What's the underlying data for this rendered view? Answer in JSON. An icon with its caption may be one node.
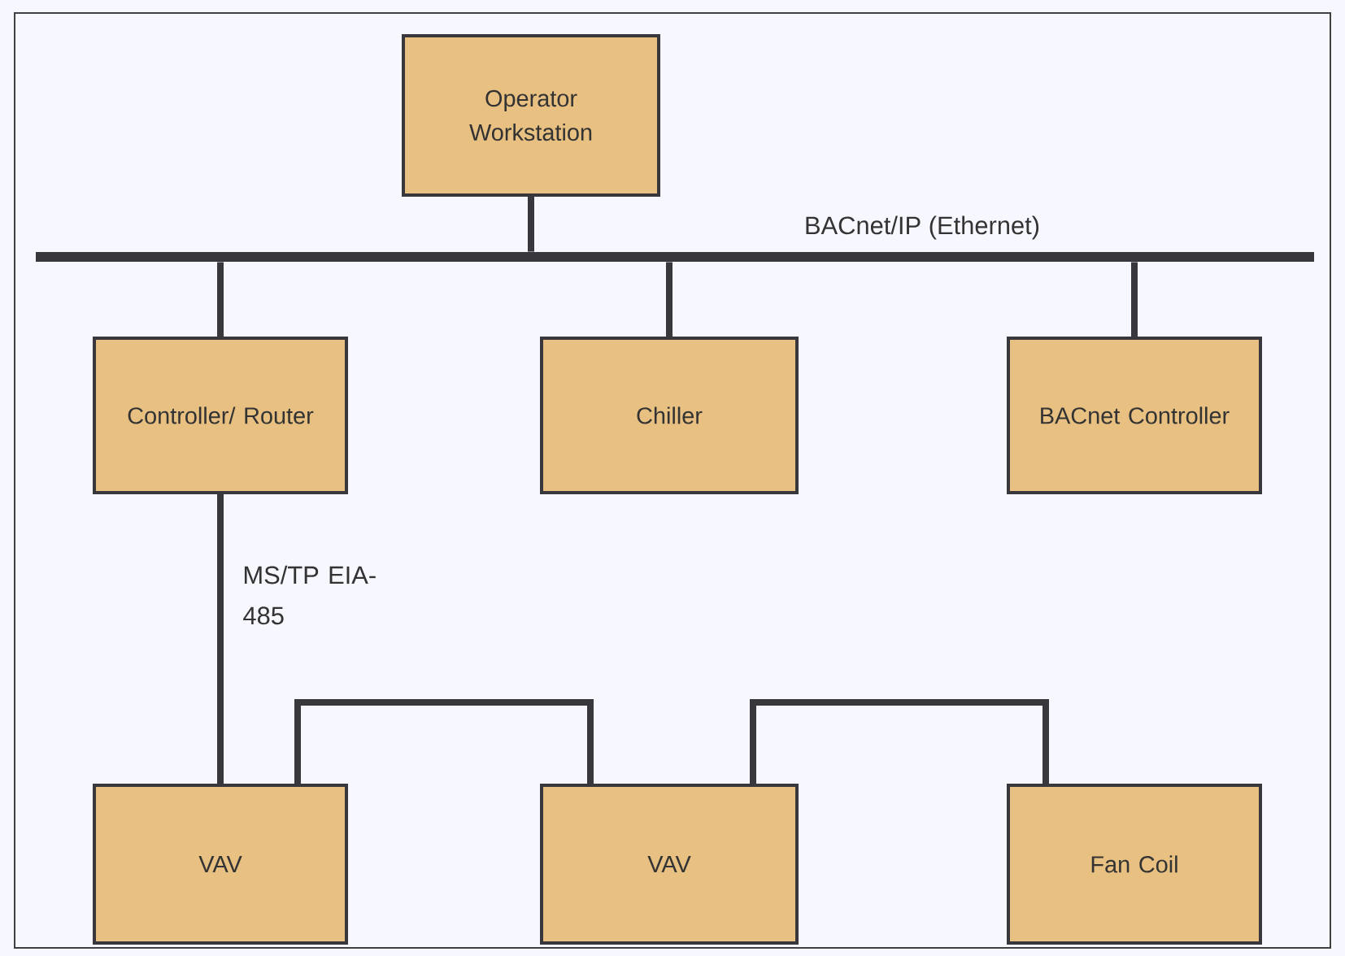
{
  "diagram": {
    "nodes": [
      {
        "text": [
          "Operator Workstation"
        ]
      },
      {
        "text": [],
        "shape": "bar",
        "beside": [
          "BACnet/IP (Ethernet)"
        ]
      },
      {
        "text": [
          "Controller/ Router"
        ]
      },
      {
        "text": [
          "Chiller"
        ]
      },
      {
        "text": [
          "BACnet Controller"
        ]
      },
      {
        "text": [
          "VAV"
        ]
      },
      {
        "text": [
          "VAV"
        ]
      },
      {
        "text": [
          "Fan Coil"
        ]
      }
    ],
    "edges": [
      {
        "from": 0,
        "to": 1,
        "arrow": "none"
      },
      {
        "from": 1,
        "to": 2,
        "arrow": "none"
      },
      {
        "from": 1,
        "to": 3,
        "arrow": "none"
      },
      {
        "from": 1,
        "to": 4,
        "arrow": "none"
      },
      {
        "from": 2,
        "to": 5,
        "arrow": "none",
        "label": "MS/TP EIA-485"
      },
      {
        "from": 5,
        "to": 6,
        "arrow": "none"
      },
      {
        "from": 6,
        "to": 7,
        "arrow": "none"
      }
    ]
  }
}
